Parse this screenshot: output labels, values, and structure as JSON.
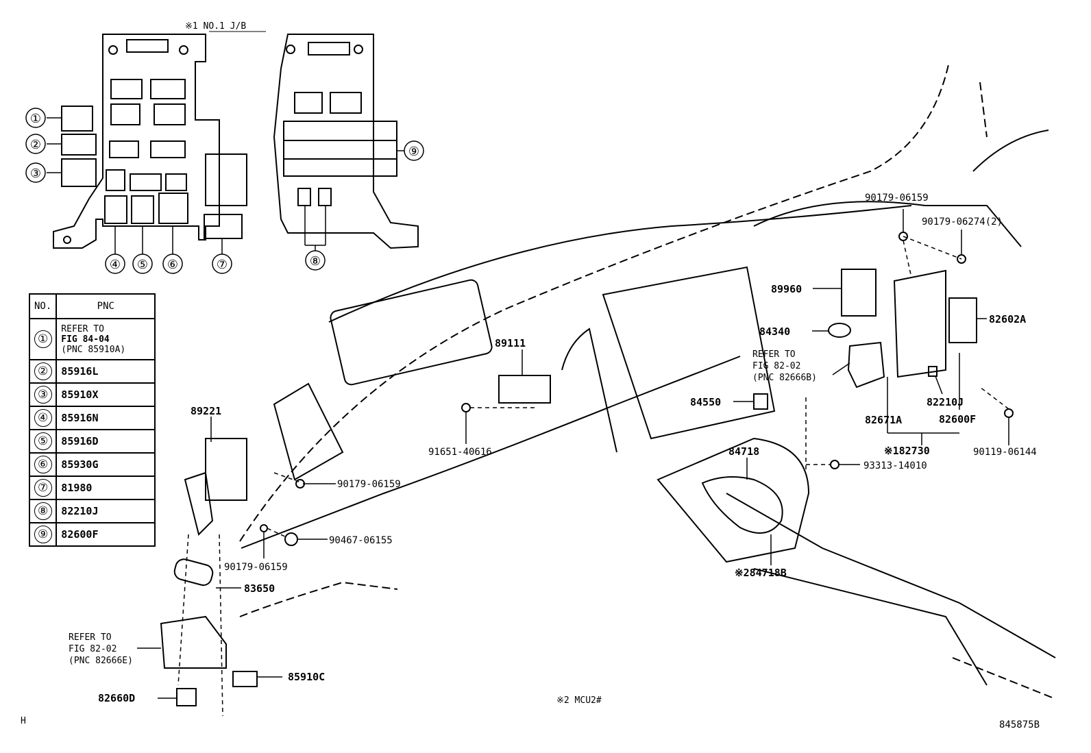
{
  "jb_title": "※1 NO.1 J/B",
  "jb_callouts": [
    "①",
    "②",
    "③",
    "④",
    "⑤",
    "⑥",
    "⑦",
    "⑧",
    "⑨"
  ],
  "table": {
    "headers": [
      "NO.",
      "PNC"
    ],
    "rows": [
      {
        "no": "①",
        "pnc_line1": "REFER TO",
        "pnc_line2": "FIG 84-04",
        "pnc_line3": "(PNC 85910A)"
      },
      {
        "no": "②",
        "pnc": "85916L"
      },
      {
        "no": "③",
        "pnc": "85910X"
      },
      {
        "no": "④",
        "pnc": "85916N"
      },
      {
        "no": "⑤",
        "pnc": "85916D"
      },
      {
        "no": "⑥",
        "pnc": "85930G"
      },
      {
        "no": "⑦",
        "pnc": "81980"
      },
      {
        "no": "⑧",
        "pnc": "82210J"
      },
      {
        "no": "⑨",
        "pnc": "82600F"
      }
    ]
  },
  "parts": {
    "p89221": "89221",
    "p90179_a": "90179-06159",
    "p90467": "90467-06155",
    "p90179_b": "90179-06159",
    "p83650": "83650",
    "refer_left_1": "REFER TO",
    "refer_left_2": "FIG 82-02",
    "refer_left_3": "(PNC 82666E)",
    "p85910C": "85910C",
    "p82660D": "82660D",
    "p89111": "89111",
    "p91651": "91651-40616",
    "p89960": "89960",
    "p84340": "84340",
    "refer_right_1": "REFER TO",
    "refer_right_2": "FIG 82-02",
    "refer_right_3": "(PNC 82666B)",
    "p84550": "84550",
    "p90179_c": "90179-06159",
    "p90179_06274": "90179-06274(2)",
    "p82602A": "82602A",
    "p82210J": "82210J",
    "p82671A": "82671A",
    "p82600F": "82600F",
    "p182730": "※182730",
    "p90119": "90119-06144",
    "p93313": "93313-14010",
    "p84718": "84718",
    "p84718B": "※284718B"
  },
  "footnote": "※2 MCU2#",
  "corner_mark": "H",
  "figure_id": "845875B"
}
